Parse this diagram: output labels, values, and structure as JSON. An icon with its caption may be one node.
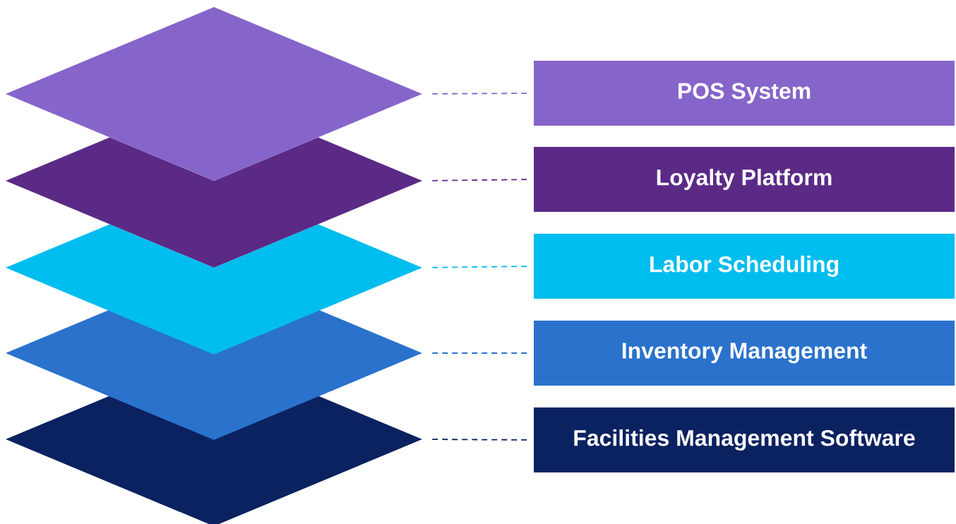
{
  "diagram": {
    "nodes": [
      {
        "text": [],
        "shape": "diamond"
      },
      {
        "text": [],
        "shape": "diamond"
      },
      {
        "text": [],
        "shape": "diamond"
      },
      {
        "text": [],
        "shape": "diamond"
      },
      {
        "text": [],
        "shape": "diamond"
      },
      {
        "text": [
          "POS System"
        ]
      },
      {
        "text": [
          "Loyalty Platform"
        ]
      },
      {
        "text": [
          "Labor Scheduling"
        ]
      },
      {
        "text": [
          "Inventory Management"
        ]
      },
      {
        "text": [
          "Facilities Management Software"
        ]
      }
    ],
    "edges": [
      {
        "from": 0,
        "to": 5,
        "arrow": "none",
        "style": "dashed",
        "color": "#8665ca"
      },
      {
        "from": 1,
        "to": 6,
        "arrow": "none",
        "style": "dashed",
        "color": "#5b2a86"
      },
      {
        "from": 2,
        "to": 7,
        "arrow": "none",
        "style": "dashed",
        "color": "#00bdef"
      },
      {
        "from": 3,
        "to": 8,
        "arrow": "none",
        "style": "dashed",
        "color": "#2a72cc"
      },
      {
        "from": 4,
        "to": 9,
        "arrow": "none",
        "style": "dashed",
        "color": "#0b2260"
      }
    ]
  }
}
